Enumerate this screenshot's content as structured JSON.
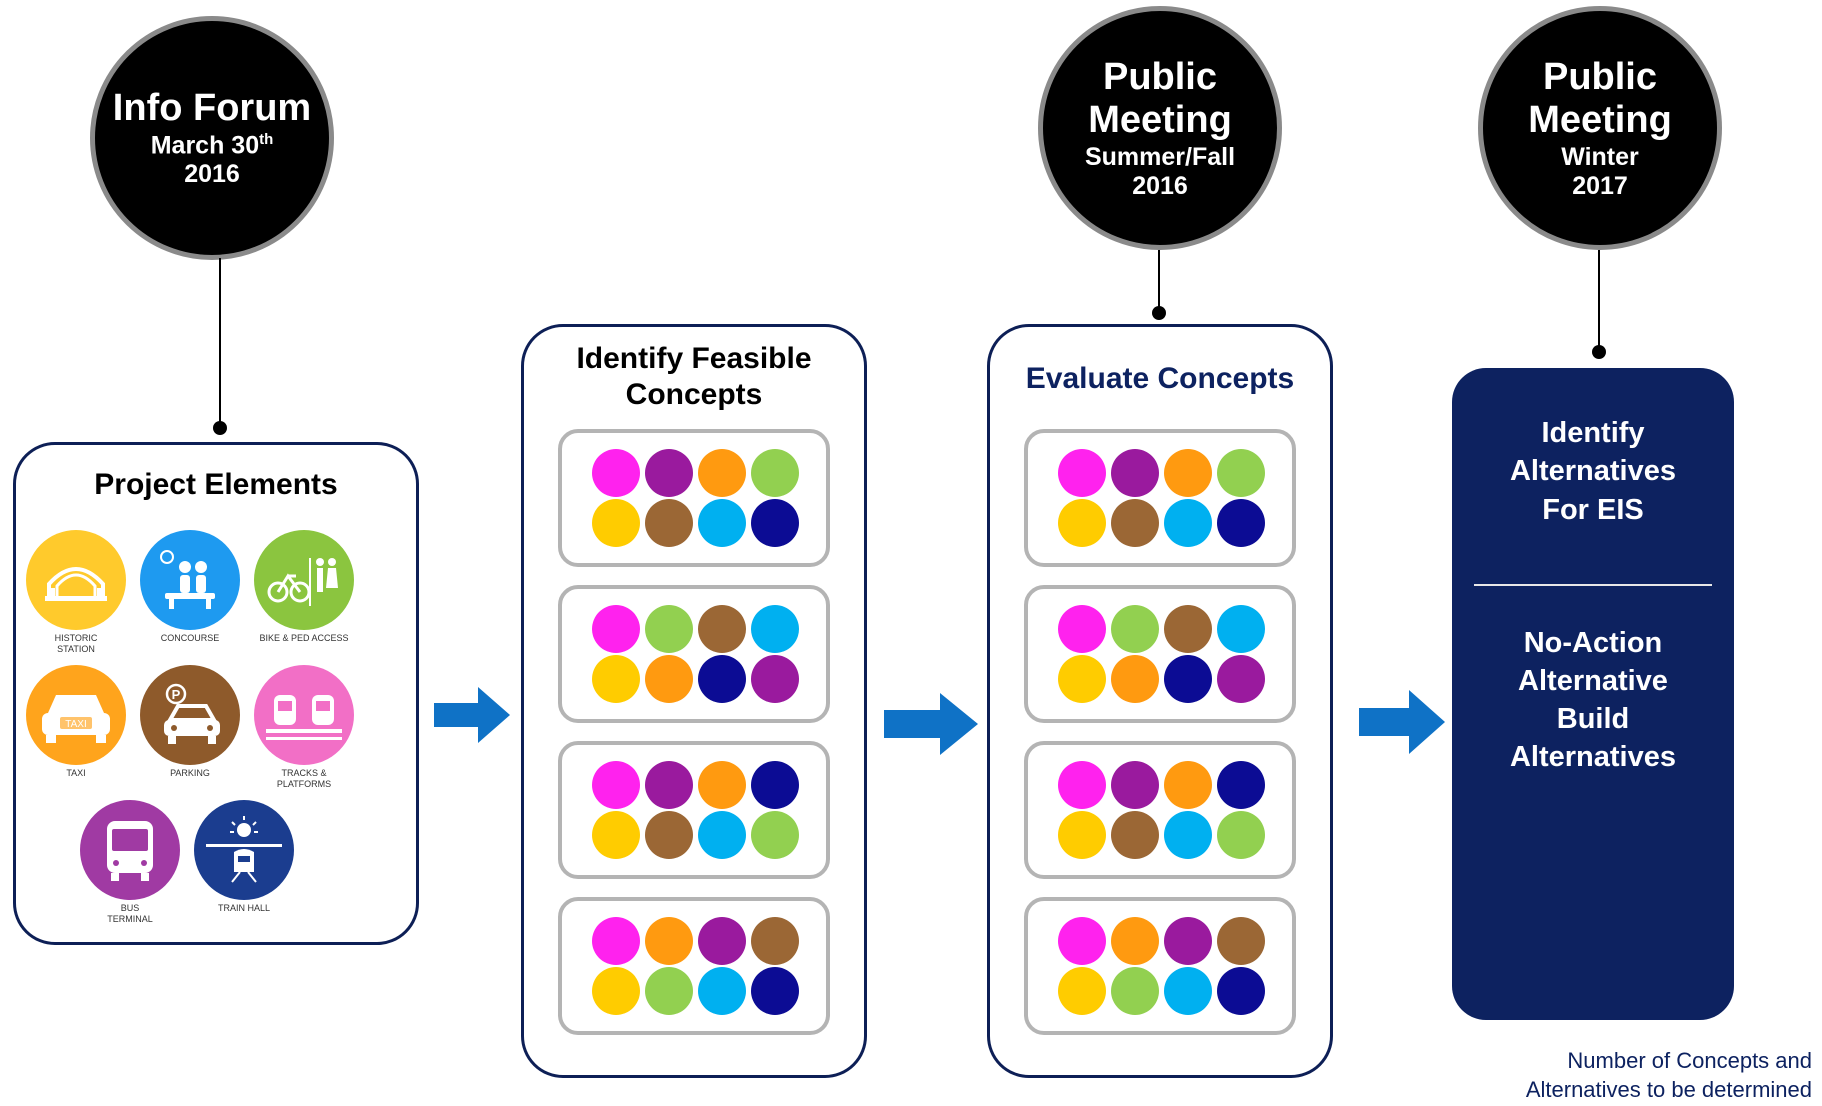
{
  "colors": {
    "magenta": "#ff22ee",
    "purple": "#9a1a9e",
    "orange": "#ff9a10",
    "green": "#92d050",
    "yellow": "#ffcc00",
    "brown": "#9b6735",
    "cyan": "#00b0f0",
    "navy": "#0c0c94",
    "dark_blue": "#0d2260",
    "arrow_blue": "#0f72c6"
  },
  "milestones": [
    {
      "line1": "Info Forum",
      "line2": "",
      "line3_base": "March 30",
      "line3_sup": "th",
      "line4": "2016"
    },
    {
      "line1": "Public",
      "line2": "Meeting",
      "line3_base": "Summer/Fall",
      "line3_sup": "",
      "line4": "2016"
    },
    {
      "line1": "Public",
      "line2": "Meeting",
      "line3_base": "Winter",
      "line3_sup": "",
      "line4": "2017"
    }
  ],
  "project_elements": {
    "title": "Project Elements",
    "items": [
      {
        "label_lines": [
          "HISTORIC",
          "STATION"
        ],
        "color": "#ffca2c",
        "icon": "historic-station-icon"
      },
      {
        "label_lines": [
          "CONCOURSE"
        ],
        "color": "#1e9af0",
        "icon": "concourse-icon"
      },
      {
        "label_lines": [
          "BIKE & PED ACCESS"
        ],
        "color": "#8bc53f",
        "icon": "bike-ped-icon"
      },
      {
        "label_lines": [
          "TAXI"
        ],
        "color": "#ffa41c",
        "icon": "taxi-icon",
        "sign": "TAXI"
      },
      {
        "label_lines": [
          "PARKING"
        ],
        "color": "#8e5a2b",
        "icon": "parking-icon"
      },
      {
        "label_lines": [
          "TRACKS &",
          "PLATFORMS"
        ],
        "color": "#f26fc6",
        "icon": "tracks-platforms-icon"
      },
      {
        "label_lines": [
          "BUS",
          "TERMINAL"
        ],
        "color": "#a03aa3",
        "icon": "bus-icon"
      },
      {
        "label_lines": [
          "TRAIN HALL"
        ],
        "color": "#1b3d8f",
        "icon": "train-hall-icon"
      }
    ]
  },
  "concepts_panel": {
    "title_line1": "Identify Feasible",
    "title_line2": "Concepts",
    "cards": [
      [
        "magenta",
        "purple",
        "orange",
        "green",
        "yellow",
        "brown",
        "cyan",
        "navy"
      ],
      [
        "magenta",
        "green",
        "brown",
        "cyan",
        "yellow",
        "orange",
        "navy",
        "purple"
      ],
      [
        "magenta",
        "purple",
        "orange",
        "navy",
        "yellow",
        "brown",
        "cyan",
        "green"
      ],
      [
        "magenta",
        "orange",
        "purple",
        "brown",
        "yellow",
        "green",
        "cyan",
        "navy"
      ]
    ]
  },
  "evaluate_panel": {
    "title": "Evaluate Concepts",
    "cards": [
      [
        "magenta",
        "purple",
        "orange",
        "green",
        "yellow",
        "brown",
        "cyan",
        "navy"
      ],
      [
        "magenta",
        "green",
        "brown",
        "cyan",
        "yellow",
        "orange",
        "navy",
        "purple"
      ],
      [
        "magenta",
        "purple",
        "orange",
        "navy",
        "yellow",
        "brown",
        "cyan",
        "green"
      ],
      [
        "magenta",
        "orange",
        "purple",
        "brown",
        "yellow",
        "green",
        "cyan",
        "navy"
      ]
    ]
  },
  "alternatives_panel": {
    "heading_lines": [
      "Identify",
      "Alternatives",
      "For EIS"
    ],
    "no_action_lines": [
      "No-Action",
      "Alternative"
    ],
    "build_lines": [
      "Build",
      "Alternatives"
    ]
  },
  "footnote_lines": [
    "Number of Concepts and",
    "Alternatives to be determined"
  ]
}
